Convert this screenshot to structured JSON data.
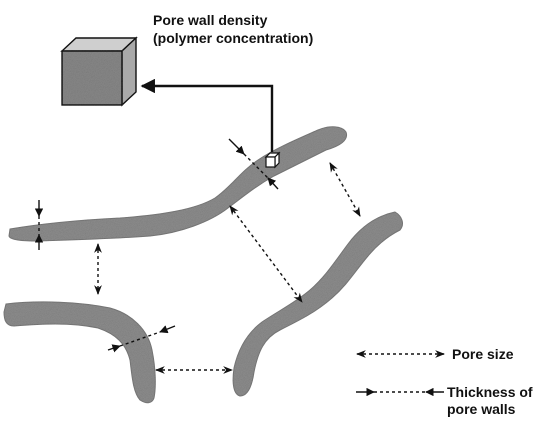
{
  "labels": {
    "density_line1": "Pore wall density",
    "density_line2": "(polymer concentration)",
    "pore_size": "Pore size",
    "thickness_line1": "Thickness of",
    "thickness_line2": "pore walls"
  },
  "legend": {
    "pore_size_marker": "dashed-double-arrow",
    "thickness_marker": "dashed-converging-arrows"
  },
  "colors": {
    "pore_wall": "#8f8f8f",
    "pore_wall_edge": "#7a7a7a",
    "arrow": "#111111",
    "cube_front": "#8a8a8a",
    "cube_top": "#cfcfcf",
    "cube_side": "#a9a9a9"
  }
}
